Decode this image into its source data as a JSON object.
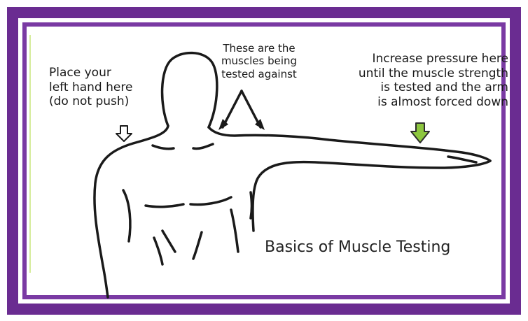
{
  "labels": {
    "left_hand": "Place your\nleft hand here\n(do not push)",
    "muscles": "These are the\nmuscles being\ntested against",
    "pressure": "Increase pressure here\nuntil the muscle strength\nis tested and the arm\nis almost forced down",
    "title": "Basics of Muscle Testing"
  },
  "colors": {
    "frame": "#6a2c91",
    "accent_arrow": "#8dc63f",
    "ink": "#1a1a1a"
  },
  "icons": {
    "left_arrow": "hollow-down-arrow-icon",
    "right_arrow": "green-down-arrow-icon"
  }
}
